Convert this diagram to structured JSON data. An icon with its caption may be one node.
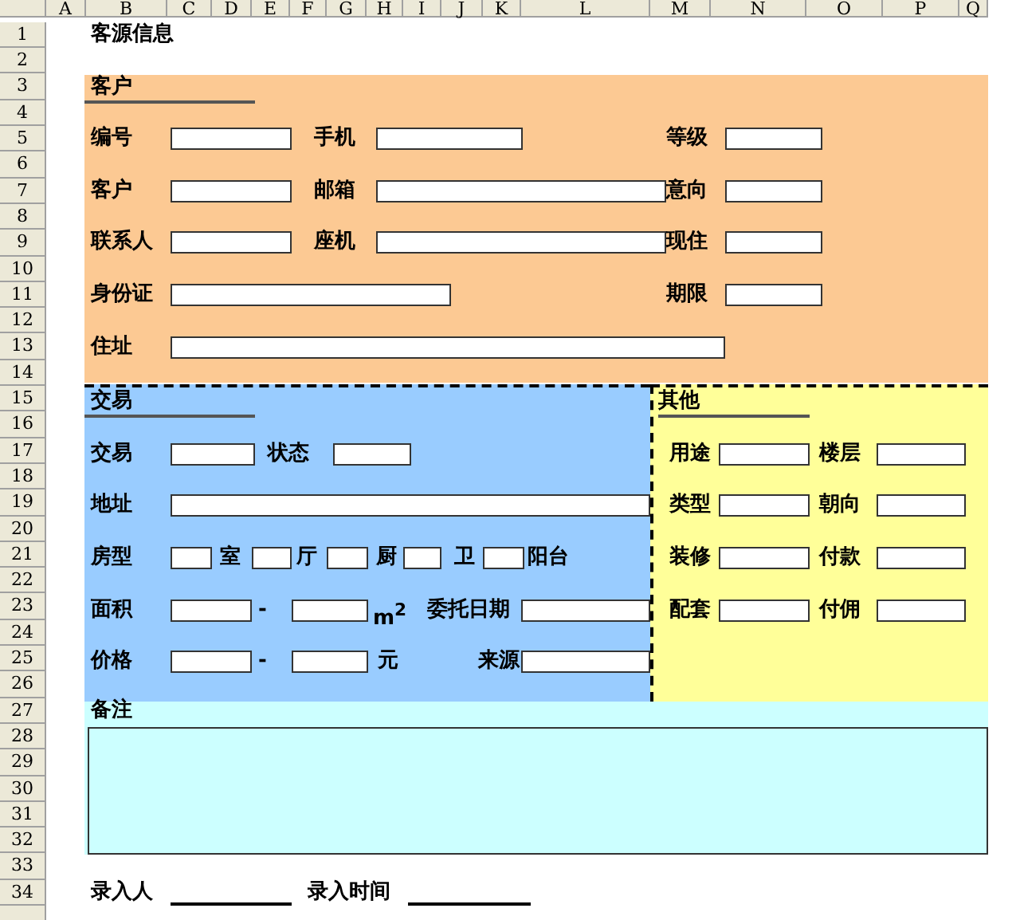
{
  "diagram": {
    "title": "客源信息",
    "nodes": [
      {
        "text": [
          "客户",
          "编号",
          "手机",
          "等级",
          "客户",
          "邮箱",
          "意向",
          "联系人",
          "座机",
          "现住",
          "身份证",
          "期限",
          "住址"
        ]
      },
      {
        "text": [
          "交易",
          "交易",
          "状态",
          "地址",
          "房型",
          "室",
          "厅",
          "厨",
          "卫",
          "阳台",
          "面积",
          "-",
          "m$^{2}$",
          "委托日期",
          "价格",
          "-",
          "元",
          "来源"
        ]
      },
      {
        "text": [
          "其他",
          "用途",
          "楼层",
          "类型",
          "朝向",
          "装修",
          "付款",
          "配套",
          "付佣"
        ]
      },
      {
        "text": [
          "备注"
        ]
      }
    ],
    "labels": [
      "A",
      "B",
      "C",
      "D",
      "E",
      "F",
      "G",
      "H",
      "I",
      "J",
      "K",
      "L",
      "M",
      "N",
      "O",
      "P",
      "Q",
      "1",
      "2",
      "3",
      "4",
      "5",
      "6",
      "7",
      "8",
      "9",
      "10",
      "11",
      "12",
      "13",
      "14",
      "15",
      "16",
      "17",
      "18",
      "19",
      "20",
      "21",
      "22",
      "23",
      "24",
      "25",
      "26",
      "27",
      "28",
      "29",
      "30",
      "31",
      "32",
      "33",
      "34",
      "录入人",
      "录入时间"
    ]
  }
}
